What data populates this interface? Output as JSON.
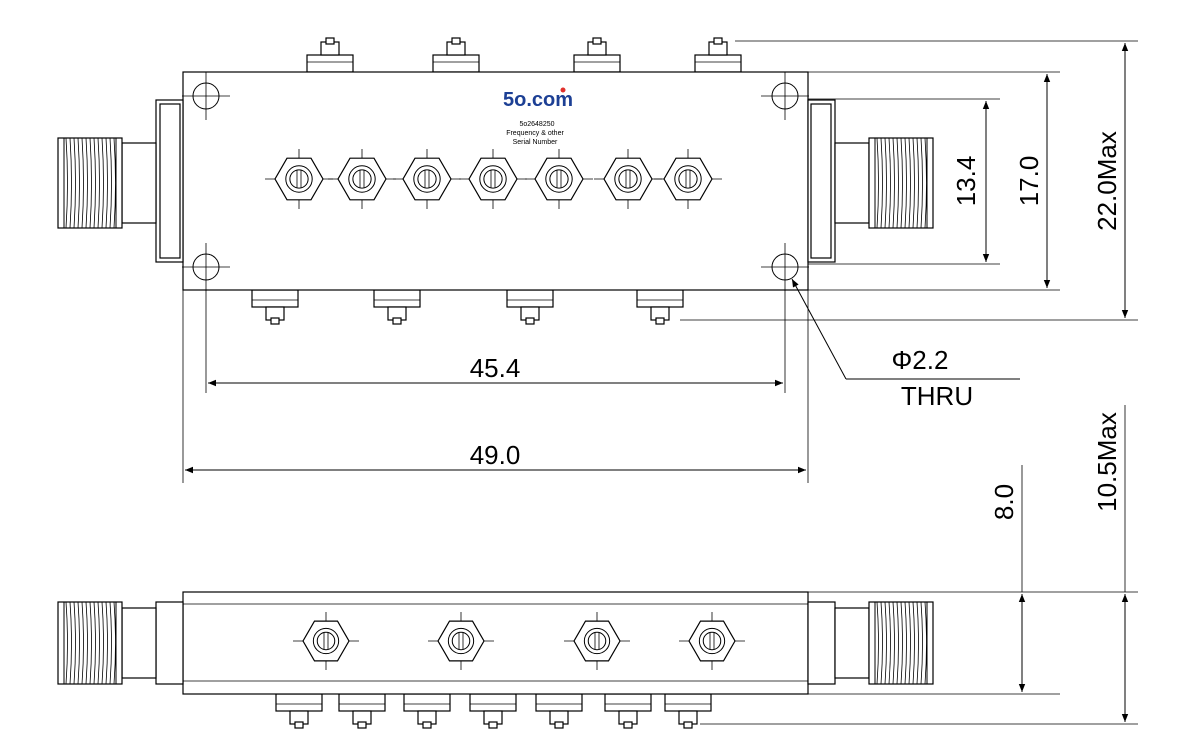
{
  "labels": {
    "brand_logo": "5o.com",
    "part_number": "5o2648250",
    "marking_line2": "Frequency & other",
    "marking_line3": "Serial Number"
  },
  "dimensions": {
    "hole_spacing_vertical": "13.4",
    "body_height": "17.0",
    "overall_height": "22.0Max",
    "hole_spacing_horizontal": "45.4",
    "body_length": "49.0",
    "hole_diameter": "Φ2.2",
    "hole_type": "THRU",
    "body_thickness": "8.0",
    "overall_thickness": "10.5Max"
  },
  "colors": {
    "line": "#000000",
    "logo": "#1c3f94",
    "logo_dot": "#e0312c"
  }
}
